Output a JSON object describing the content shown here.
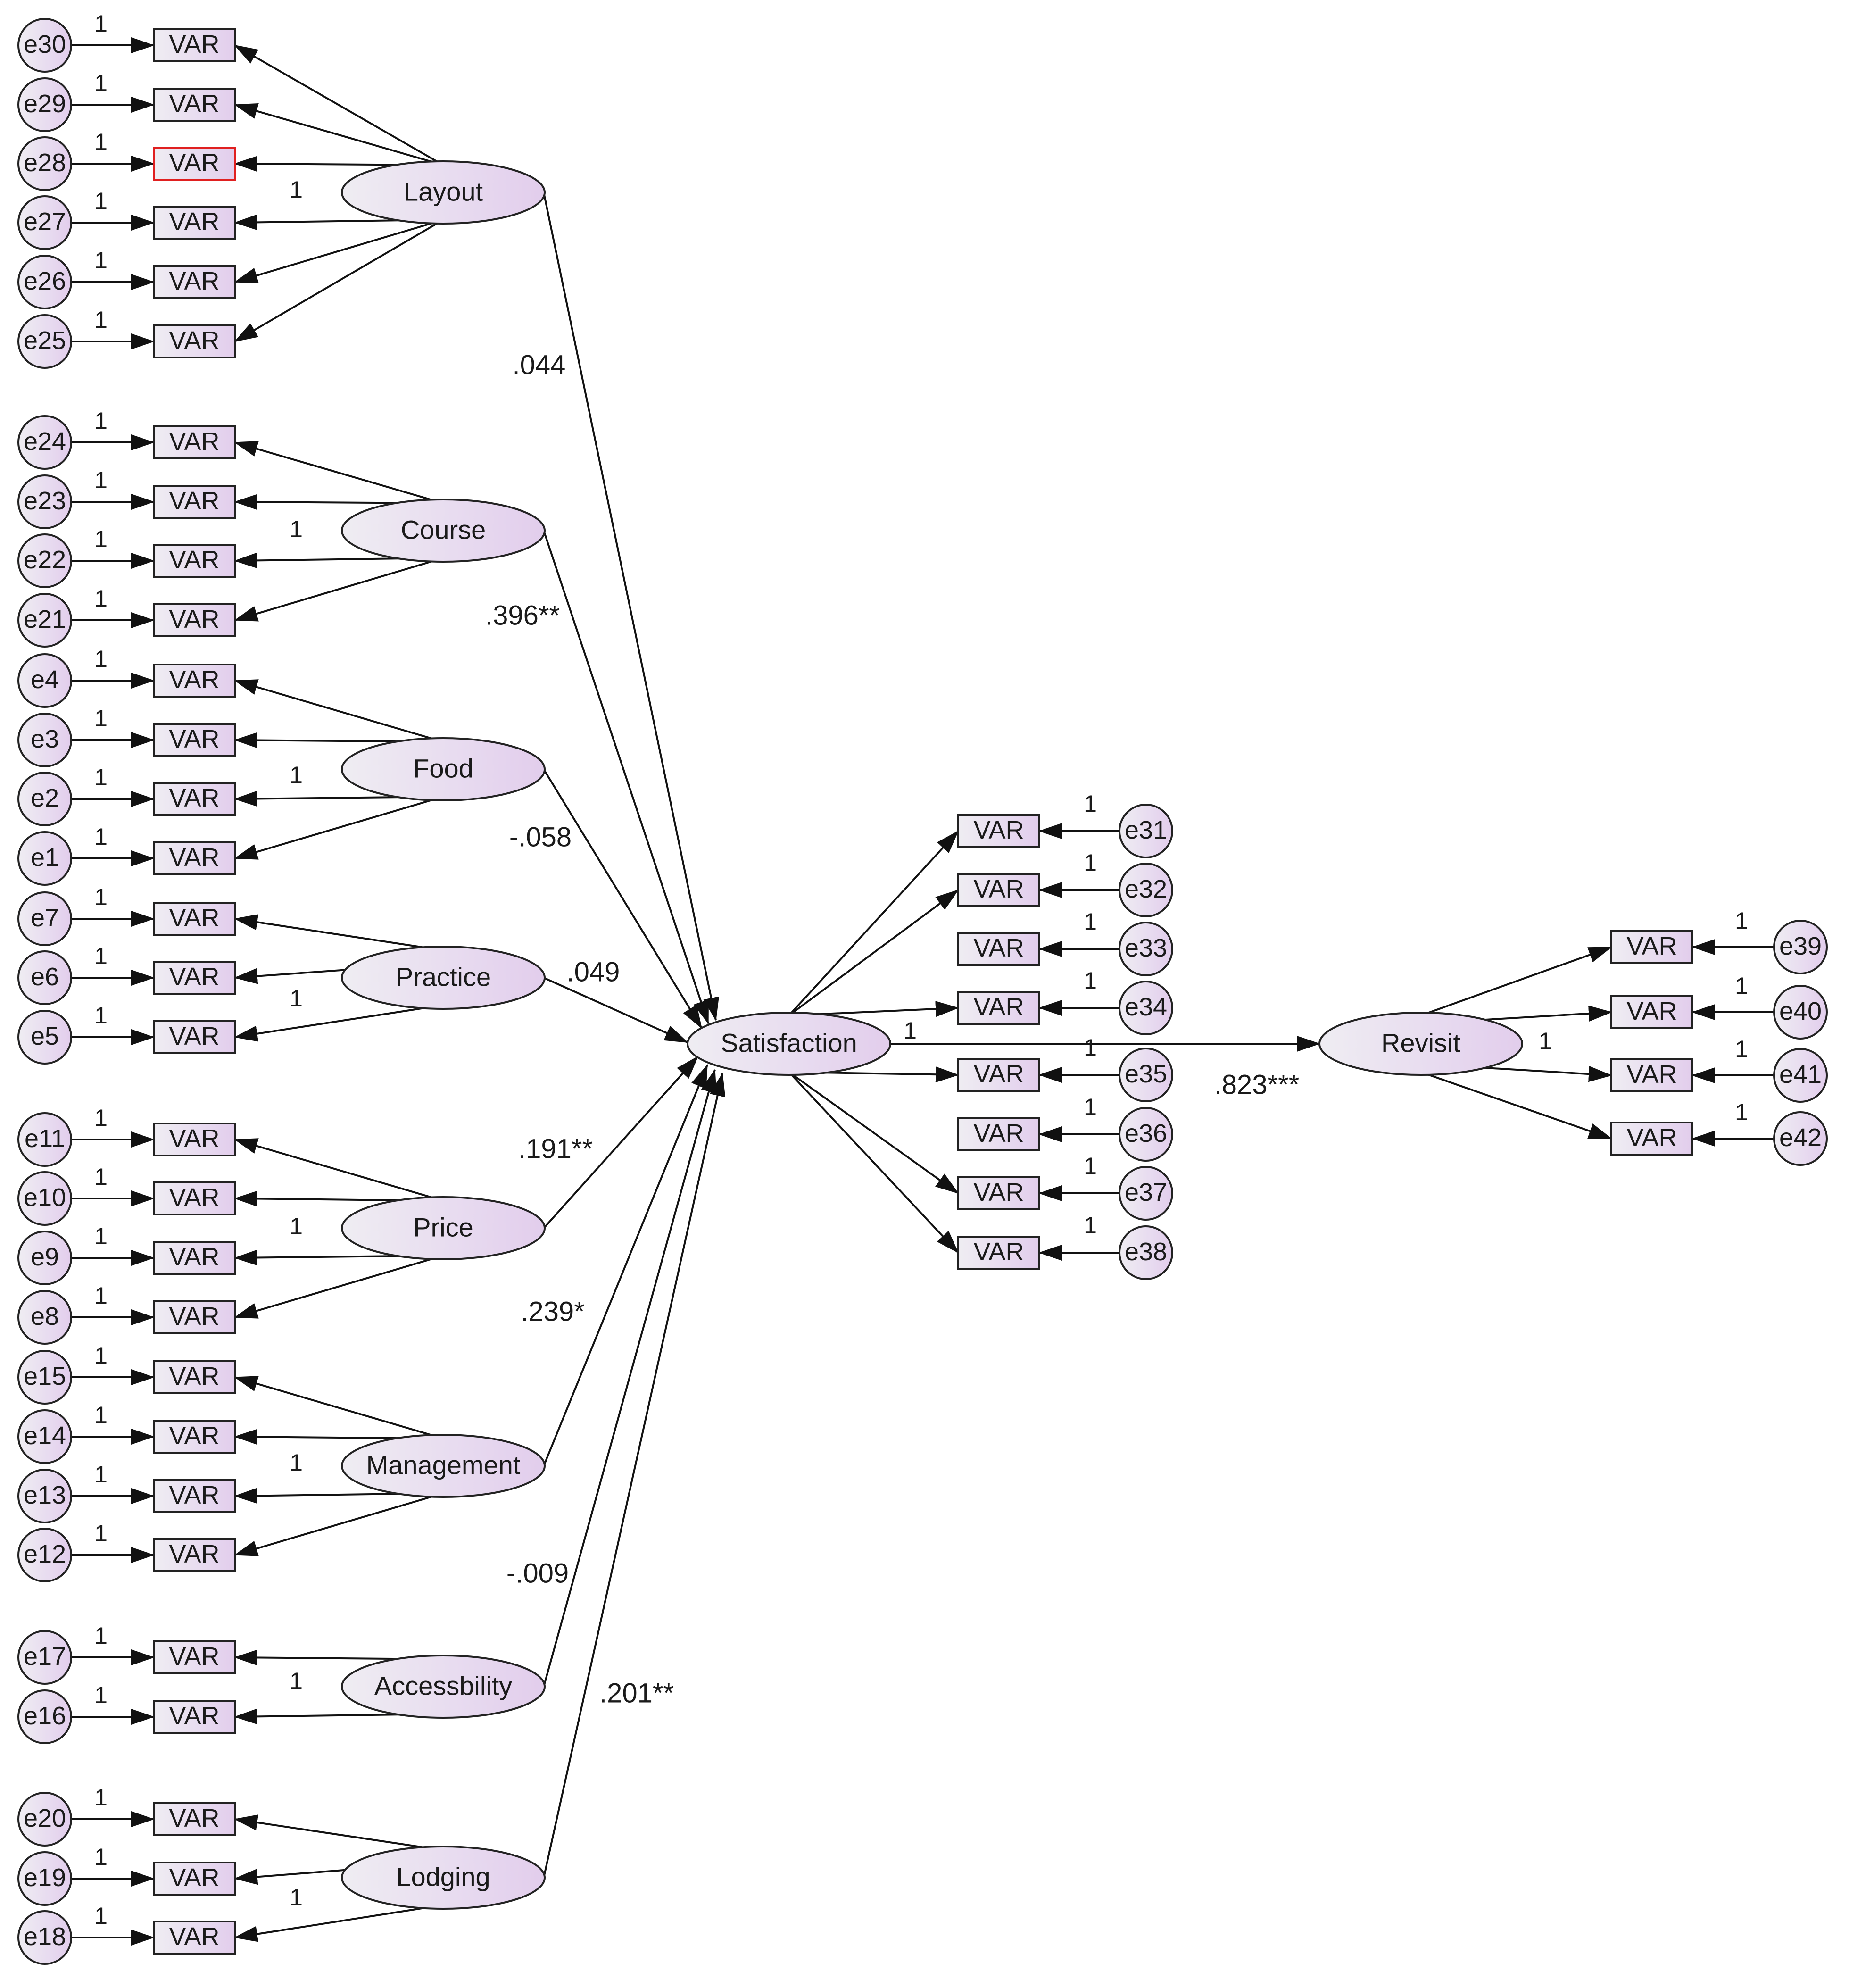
{
  "diagram": {
    "indicator_label": "VAR",
    "fixed_loading": "1",
    "colors": {
      "fill": "#e8dcf0",
      "stroke": "#222222",
      "highlight": "#e02020"
    },
    "latent": {
      "layout": "Layout",
      "course": "Course",
      "food": "Food",
      "practice": "Practice",
      "price": "Price",
      "management": "Management",
      "accessibility": "Accessbility",
      "lodging": "Lodging",
      "satisfaction": "Satisfaction",
      "revisit": "Revisit"
    },
    "errors": {
      "e1": "e1",
      "e2": "e2",
      "e3": "e3",
      "e4": "e4",
      "e5": "e5",
      "e6": "e6",
      "e7": "e7",
      "e8": "e8",
      "e9": "e9",
      "e10": "e10",
      "e11": "e11",
      "e12": "e12",
      "e13": "e13",
      "e14": "e14",
      "e15": "e15",
      "e16": "e16",
      "e17": "e17",
      "e18": "e18",
      "e19": "e19",
      "e20": "e20",
      "e21": "e21",
      "e22": "e22",
      "e23": "e23",
      "e24": "e24",
      "e25": "e25",
      "e26": "e26",
      "e27": "e27",
      "e28": "e28",
      "e29": "e29",
      "e30": "e30",
      "e31": "e31",
      "e32": "e32",
      "e33": "e33",
      "e34": "e34",
      "e35": "e35",
      "e36": "e36",
      "e37": "e37",
      "e38": "e38",
      "e39": "e39",
      "e40": "e40",
      "e41": "e41",
      "e42": "e42"
    },
    "paths": {
      "layout": ".044",
      "course": ".396**",
      "food": "-.058",
      "practice": ".049",
      "price": ".191**",
      "management": ".239*",
      "accessibility": "-.009",
      "lodging": ".201**",
      "satisfaction_revisit": ".823***"
    }
  }
}
